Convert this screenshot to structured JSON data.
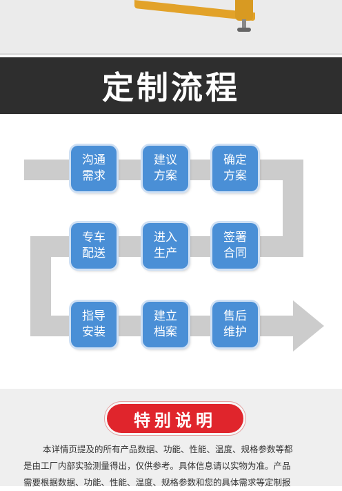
{
  "header": {
    "title": "定制流程"
  },
  "colors": {
    "step_blue": "#4a8fd6",
    "path_gray": "#cccccc",
    "badge_red": "#e0252c",
    "title_bg": "#2e2e2e"
  },
  "steps": [
    {
      "line1": "沟通",
      "line2": "需求"
    },
    {
      "line1": "建议",
      "line2": "方案"
    },
    {
      "line1": "确定",
      "line2": "方案"
    },
    {
      "line1": "专车",
      "line2": "配送"
    },
    {
      "line1": "进入",
      "line2": "生产"
    },
    {
      "line1": "签署",
      "line2": "合同"
    },
    {
      "line1": "指导",
      "line2": "安装"
    },
    {
      "line1": "建立",
      "line2": "档案"
    },
    {
      "line1": "售后",
      "line2": "维护"
    }
  ],
  "notice": {
    "badge": "特别说明",
    "line1": "本详情页提及的所有产品数据、功能、性能、温度、规格参数等都",
    "line2": "是由工厂内部实验测量得出，仅供参考。具体信息请以实物为准。产品",
    "line3": "需要根据数据、功能、性能、温度、规格参数和您的具体需求等定制报"
  }
}
